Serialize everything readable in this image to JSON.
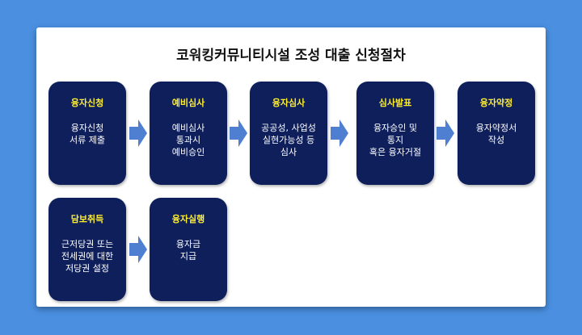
{
  "title": "코워킹커뮤니티시설 조성 대출 신청절차",
  "steps": [
    {
      "head": "융자신청",
      "body": "융자신청\n서류 제출"
    },
    {
      "head": "예비심사",
      "body": "예비심사\n통과시\n예비승인"
    },
    {
      "head": "융자심사",
      "body": "공공성, 사업성\n실현가능성 등\n심사"
    },
    {
      "head": "심사발표",
      "body": "융자승인 및\n통지\n혹은 융자거절"
    },
    {
      "head": "융자약정",
      "body": "융자약정서\n작성"
    },
    {
      "head": "담보취득",
      "body": "근저당권 또는\n전세권에 대한\n저당권 설정"
    },
    {
      "head": "융자실행",
      "body": "융자금\n지급"
    }
  ],
  "colors": {
    "background": "#4a8fe0",
    "box": "#0e1f5c",
    "head_text": "#ffef2e",
    "arrow": "#4f7fd0"
  }
}
